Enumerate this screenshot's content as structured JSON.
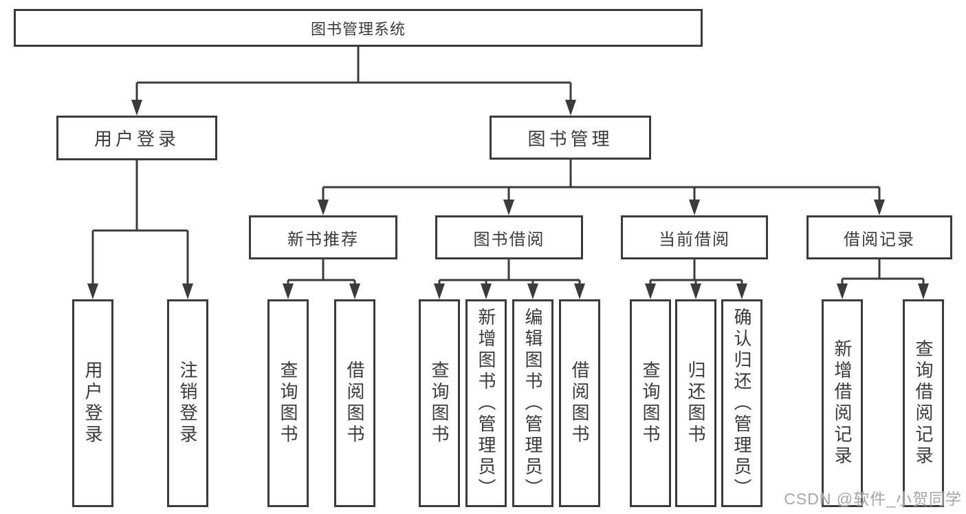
{
  "colors": {
    "line": "#3b3b3b",
    "box_border": "#3b3b3b",
    "box_background": "#ffffff",
    "text": "#3a3a3a",
    "watermark": "#a6a6a6"
  },
  "nodes": {
    "root": {
      "label": "图书管理系统"
    },
    "user_login": {
      "label": "用户登录"
    },
    "book_management": {
      "label": "图书管理"
    },
    "new_book_recommend": {
      "label": "新书推荐"
    },
    "book_borrowing": {
      "label": "图书借阅"
    },
    "current_borrowing": {
      "label": "当前借阅"
    },
    "borrowing_records": {
      "label": "借阅记录"
    },
    "leaf_user_login": {
      "label": "用户登录"
    },
    "leaf_logout": {
      "label": "注销登录"
    },
    "leaf_recommend_query_books": {
      "label": "查询图书"
    },
    "leaf_recommend_borrow_books": {
      "label": "借阅图书"
    },
    "leaf_borrowing_query_books": {
      "label": "查询图书"
    },
    "leaf_add_books_admin": {
      "label": "新增图书（管理员）"
    },
    "leaf_edit_books_admin": {
      "label": "编辑图书（管理员）"
    },
    "leaf_borrowing_borrow_books": {
      "label": "借阅图书"
    },
    "leaf_current_query_books": {
      "label": "查询图书"
    },
    "leaf_return_books": {
      "label": "归还图书"
    },
    "leaf_confirm_return_admin": {
      "label": "确认归还（管理员）"
    },
    "leaf_add_borrow_record": {
      "label": "新增借阅记录"
    },
    "leaf_query_borrow_record": {
      "label": "查询借阅记录"
    }
  },
  "watermark": {
    "text": "CSDN @软件_小贺同学"
  }
}
